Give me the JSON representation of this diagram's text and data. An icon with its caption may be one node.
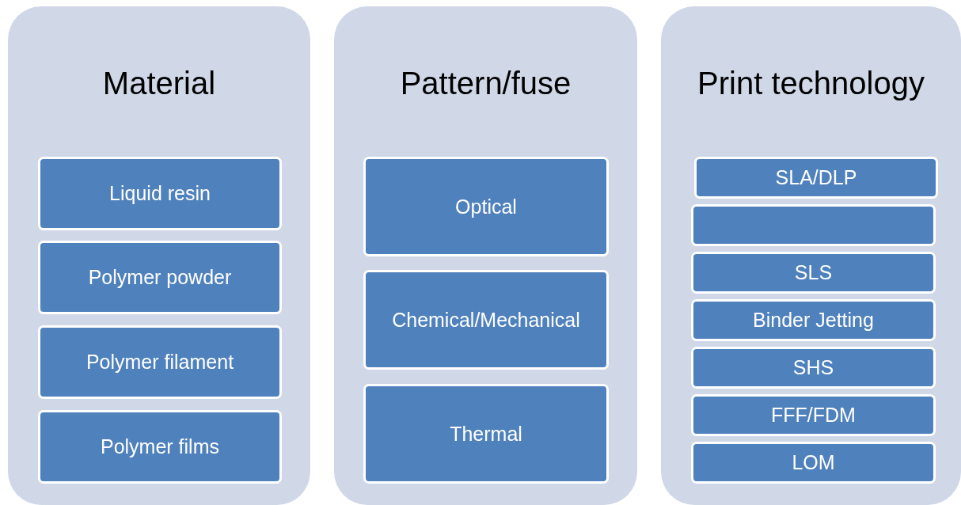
{
  "diagram": {
    "nodes": [
      {
        "text": [
          "Material"
        ]
      },
      {
        "text": [
          "Liquid resin"
        ],
        "in": 0
      },
      {
        "text": [
          "Polymer powder"
        ],
        "in": 0
      },
      {
        "text": [
          "Polymer filament"
        ],
        "in": 0
      },
      {
        "text": [
          "Polymer films"
        ],
        "in": 0
      },
      {
        "text": [
          "Pattern/fuse"
        ]
      },
      {
        "text": [
          "Optical"
        ],
        "in": 5
      },
      {
        "text": [
          "Chemical/Mechanical"
        ],
        "in": 5
      },
      {
        "text": [
          "Thermal"
        ],
        "in": 5
      },
      {
        "text": [
          "Print technology"
        ]
      },
      {
        "text": [
          "SLA/DLP"
        ],
        "in": 9
      },
      {
        "text": [],
        "shape": "box",
        "in": 9
      },
      {
        "text": [
          "SLS"
        ],
        "in": 9
      },
      {
        "text": [
          "Binder Jetting"
        ],
        "in": 9
      },
      {
        "text": [
          "SHS"
        ],
        "in": 9
      },
      {
        "text": [
          "FFF/FDM"
        ],
        "in": 9
      },
      {
        "text": [
          "LOM"
        ],
        "in": 9
      }
    ]
  }
}
